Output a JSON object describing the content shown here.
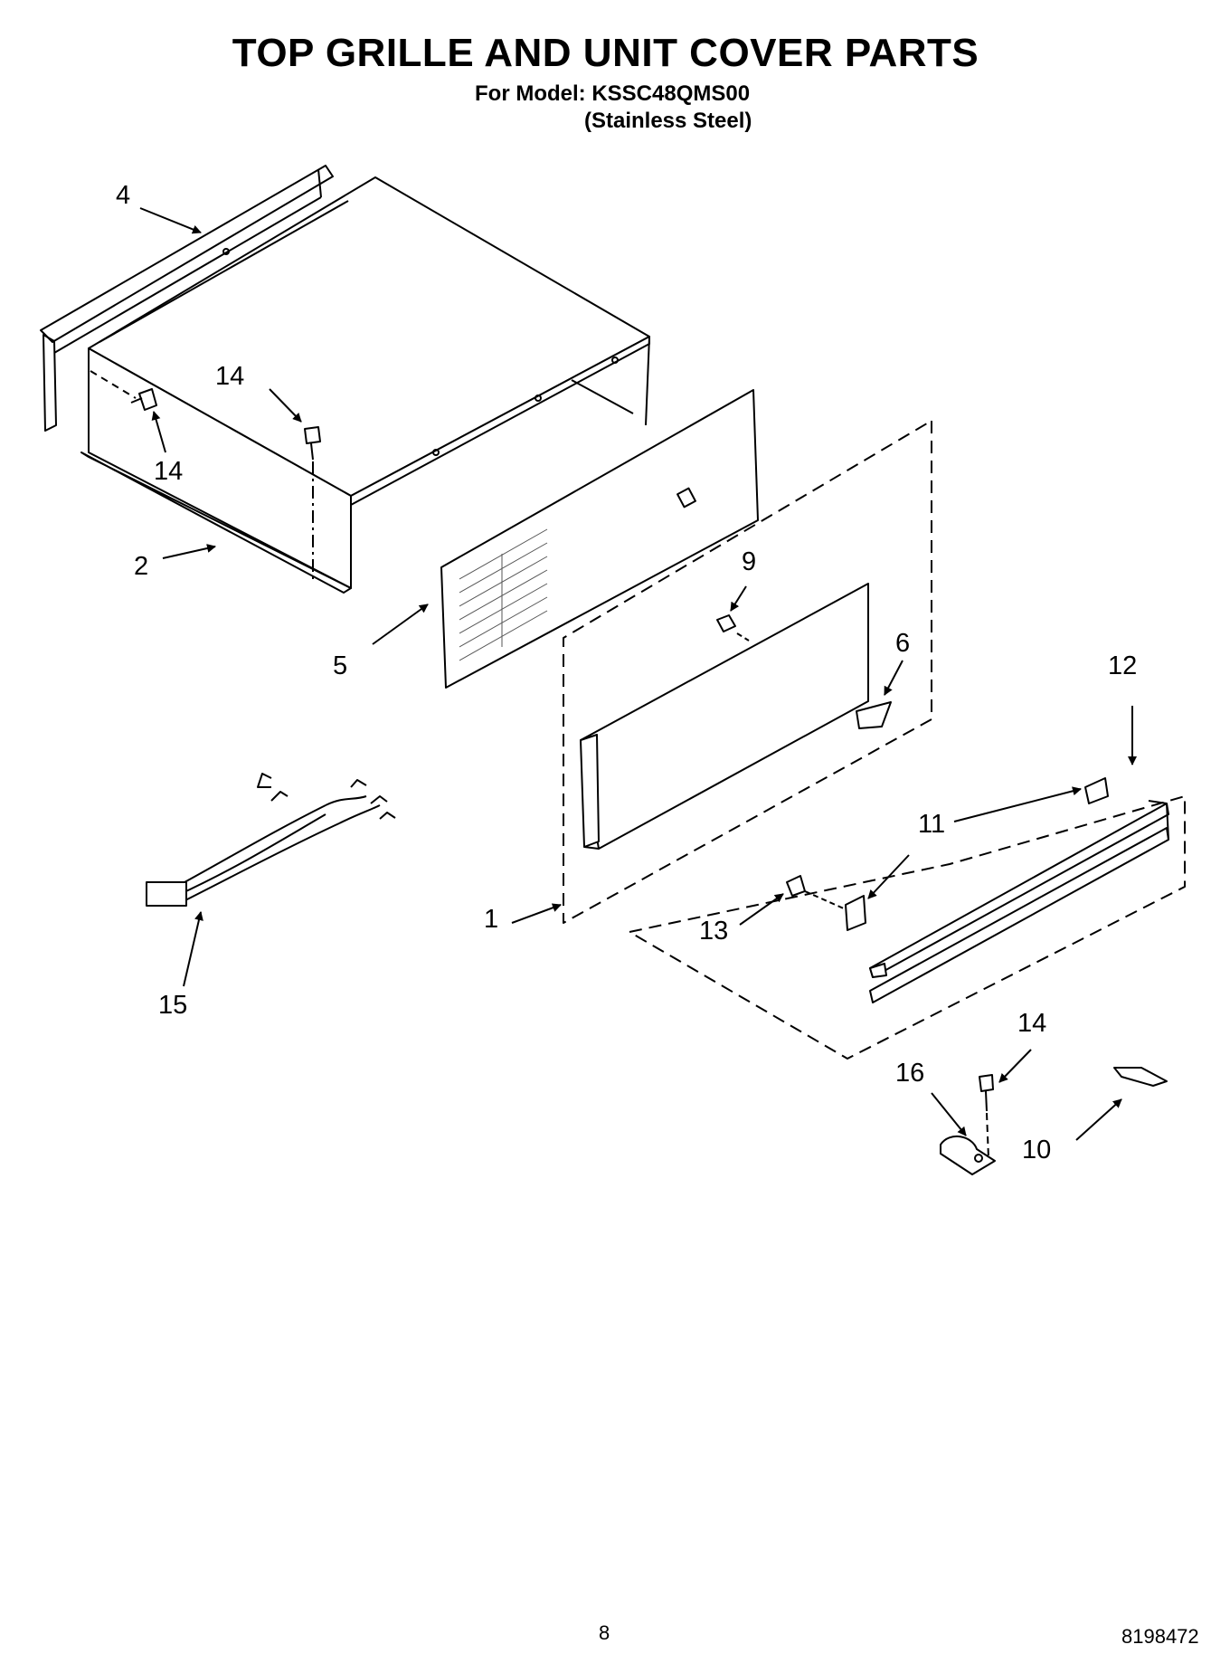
{
  "header": {
    "title": "TOP GRILLE AND UNIT COVER PARTS",
    "model_line": "For Model: KSSC48QMS00",
    "finish_line": "(Stainless Steel)"
  },
  "callouts": {
    "c1": "1",
    "c2": "2",
    "c4": "4",
    "c5": "5",
    "c6": "6",
    "c9": "9",
    "c10": "10",
    "c11": "11",
    "c12": "12",
    "c13": "13",
    "c14a": "14",
    "c14b": "14",
    "c14c": "14",
    "c15": "15",
    "c16": "16"
  },
  "footer": {
    "page_number": "8",
    "doc_number": "8198472"
  }
}
